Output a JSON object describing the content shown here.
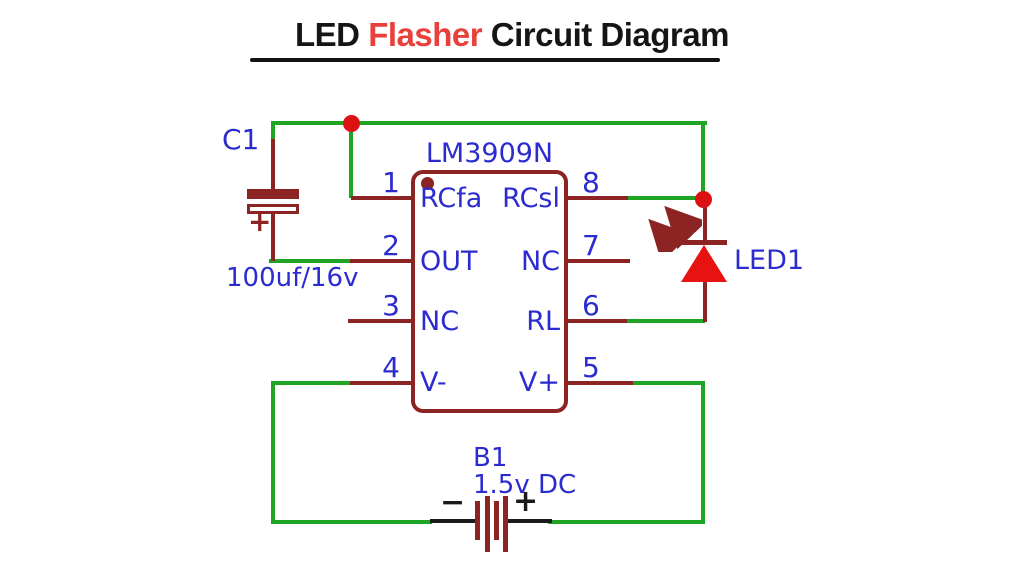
{
  "title": {
    "prefix": "LED ",
    "highlight": "Flasher",
    "suffix": " Circuit Diagram"
  },
  "ic": {
    "name": "LM3909N",
    "left_pins": [
      {
        "number": "1",
        "label": "RCfa"
      },
      {
        "number": "2",
        "label": "OUT"
      },
      {
        "number": "3",
        "label": "NC"
      },
      {
        "number": "4",
        "label": "V-"
      }
    ],
    "right_pins": [
      {
        "number": "8",
        "label": "RCsl"
      },
      {
        "number": "7",
        "label": "NC"
      },
      {
        "number": "6",
        "label": "RL"
      },
      {
        "number": "5",
        "label": "V+"
      }
    ]
  },
  "components": {
    "capacitor": {
      "designator": "C1",
      "value": "100uf/16v",
      "polarity": "+"
    },
    "led": {
      "designator": "LED1"
    },
    "battery": {
      "designator": "B1",
      "value": "1.5v DC",
      "minus": "−",
      "plus": "+"
    }
  },
  "colors": {
    "wire_green": "#1fa424",
    "lead_maroon": "#8b2422",
    "junction_red": "#dd1111",
    "label_blue": "#2b2bd0",
    "led_fill_red": "#e81212",
    "title_red": "#e8403a",
    "title_black": "#151515",
    "battery_black": "#1a1a1a"
  }
}
